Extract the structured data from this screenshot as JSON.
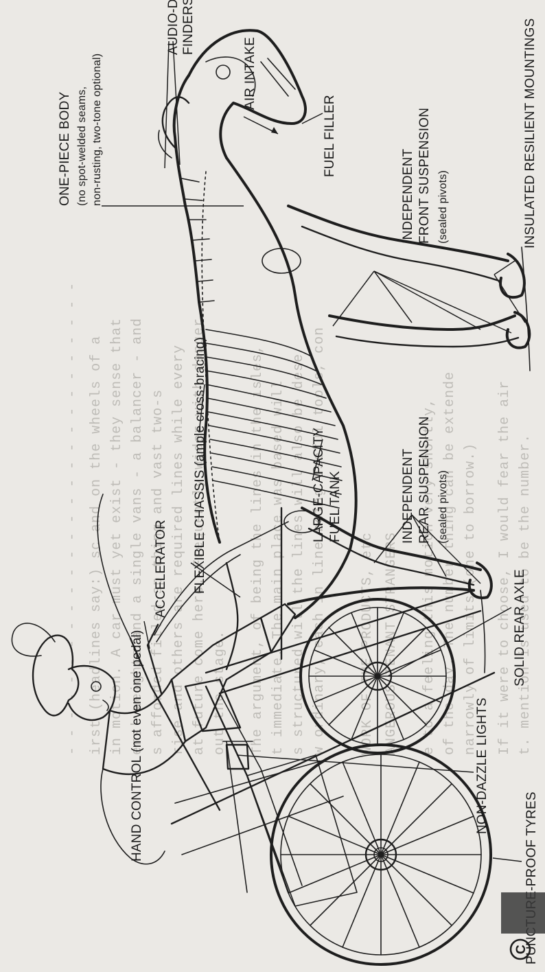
{
  "figure": {
    "letter": "C",
    "labels": {
      "audio_direction_finders": [
        "AUDIO-DIRECTION",
        "FINDERS"
      ],
      "air_intake": "AIR INTAKE",
      "fuel_filler": "FUEL FILLER",
      "insulated_resilient_mountings": "INSULATED RESILIENT MOUNTINGS",
      "independent_front_suspension": [
        "INDEPENDENT",
        "FRONT SUSPENSION",
        "(sealed pivots)"
      ],
      "one_piece_body": [
        "ONE-PIECE BODY",
        "(no spot-welded seams,",
        "non-rusting, two-tone optional)"
      ],
      "flexible_chassis": "FLEXIBLE CHASSIS (ample cross-bracing)",
      "large_capacity_fuel_tank": [
        "LARGE-CAPACITY",
        "FUEL TANK"
      ],
      "independent_rear_suspension": [
        "INDEPENDENT",
        "REAR SUSPENSION",
        "(sealed pivots)"
      ],
      "hand_control": "HAND CONTROL (not even one pedal)",
      "accelerator": "ACCELERATOR",
      "solid_rear_axle": "SOLID REAR AXLE",
      "non_dazzle_lights": "NON-DAZZLE LIGHTS",
      "puncture_proof_tyres": "PUNCTURE-PROOF TYRES"
    }
  }
}
